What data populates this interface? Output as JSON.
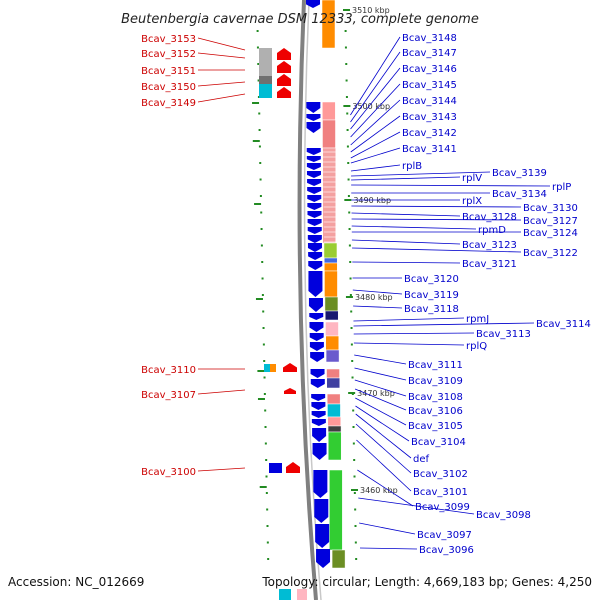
{
  "title": "Beutenbergia cavernae DSM 12333, complete genome",
  "accession": "Accession: NC_012669",
  "topology": "Topology: circular; Length: 4,669,183 bp; Genes: 4,250",
  "colors": {
    "label_right": "#0000cc",
    "label_left": "#cc0000",
    "arrow_forward": "#ee0000",
    "arrow_reverse": "#0000dd",
    "backbone": "#808080",
    "tick": "#228b22"
  },
  "ticks": [
    {
      "label": "3510 kbp"
    },
    {
      "label": "3500 kbp"
    },
    {
      "label": "3490 kbp"
    },
    {
      "label": "3480 kbp"
    },
    {
      "label": "3470 kbp"
    },
    {
      "label": "3460 kbp"
    }
  ],
  "left_labels": [
    {
      "text": "Bcav_3153"
    },
    {
      "text": "Bcav_3152"
    },
    {
      "text": "Bcav_3151"
    },
    {
      "text": "Bcav_3150"
    },
    {
      "text": "Bcav_3149"
    },
    {
      "text": "Bcav_3110"
    },
    {
      "text": "Bcav_3107"
    },
    {
      "text": "Bcav_3100"
    }
  ],
  "right_labels": [
    {
      "text": "Bcav_3148"
    },
    {
      "text": "Bcav_3147"
    },
    {
      "text": "Bcav_3146"
    },
    {
      "text": "Bcav_3145"
    },
    {
      "text": "Bcav_3144"
    },
    {
      "text": "Bcav_3143"
    },
    {
      "text": "Bcav_3142"
    },
    {
      "text": "Bcav_3141"
    },
    {
      "text": "rplB"
    },
    {
      "text": "Bcav_3139"
    },
    {
      "text": "rplV"
    },
    {
      "text": "rplP"
    },
    {
      "text": "Bcav_3134"
    },
    {
      "text": "rplX"
    },
    {
      "text": "Bcav_3130"
    },
    {
      "text": "Bcav_3128"
    },
    {
      "text": "Bcav_3127"
    },
    {
      "text": "rpmD"
    },
    {
      "text": "Bcav_3124"
    },
    {
      "text": "Bcav_3123"
    },
    {
      "text": "Bcav_3122"
    },
    {
      "text": "Bcav_3121"
    },
    {
      "text": "Bcav_3120"
    },
    {
      "text": "Bcav_3119"
    },
    {
      "text": "Bcav_3118"
    },
    {
      "text": "rpmJ"
    },
    {
      "text": "Bcav_3114"
    },
    {
      "text": "Bcav_3113"
    },
    {
      "text": "rplQ"
    },
    {
      "text": "Bcav_3111"
    },
    {
      "text": "Bcav_3109"
    },
    {
      "text": "Bcav_3108"
    },
    {
      "text": "Bcav_3106"
    },
    {
      "text": "Bcav_3105"
    },
    {
      "text": "Bcav_3104"
    },
    {
      "text": "def"
    },
    {
      "text": "Bcav_3102"
    },
    {
      "text": "Bcav_3101"
    },
    {
      "text": "Bcav_3099"
    },
    {
      "text": "Bcav_3098"
    },
    {
      "text": "Bcav_3097"
    },
    {
      "text": "Bcav_3096"
    }
  ]
}
